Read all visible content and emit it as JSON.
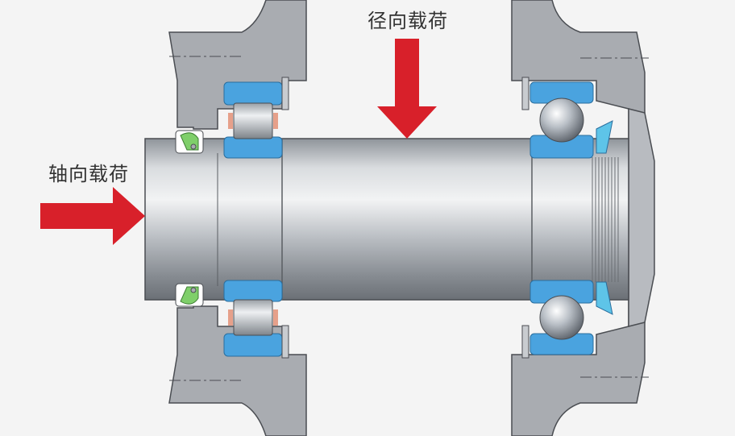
{
  "labels": {
    "radial_load": "径向载荷",
    "axial_load": "轴向载荷"
  },
  "colors": {
    "background": "#f4f4f4",
    "housing": "#a9acb1",
    "housing_outline": "#4a4d52",
    "bearing_ring": "#4aa3df",
    "arrow": "#d8202a",
    "seal": "#7fcf6a"
  },
  "components": {
    "left_bearing": "cylindrical-roller-bearing",
    "right_bearing": "deep-groove-ball-bearing",
    "shaft": "shaft",
    "seal": "lip-seal",
    "locknut": "lock-nut"
  }
}
